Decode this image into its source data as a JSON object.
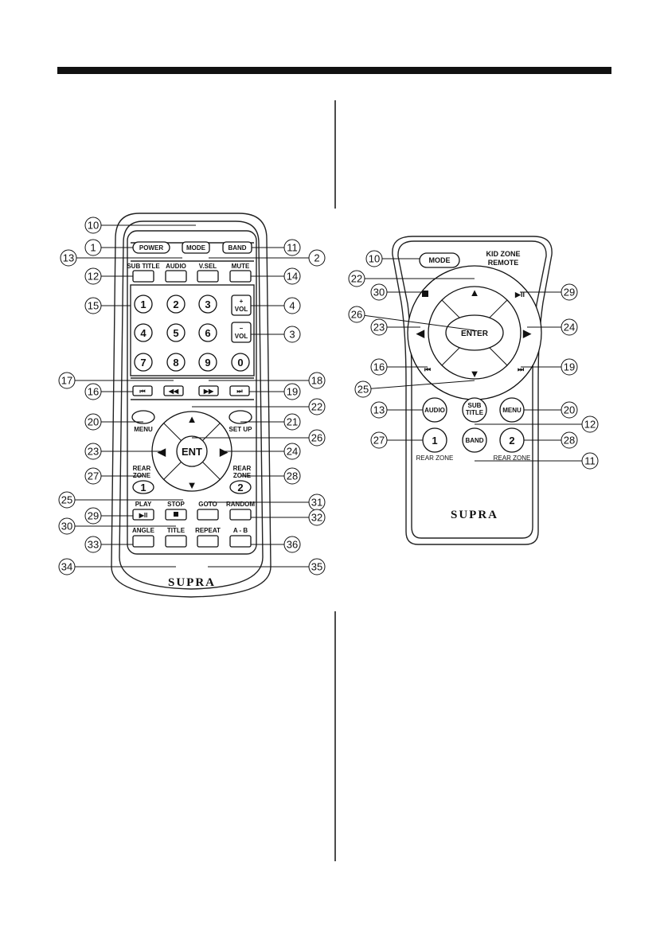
{
  "remote_main": {
    "brand": "SUPRA",
    "buttons": {
      "power": "POWER",
      "mode": "MODE",
      "band": "BAND",
      "subtitle": "SUB TITLE",
      "audio": "AUDIO",
      "vsel": "V.SEL",
      "mute": "MUTE",
      "vol_plus_sign": "+",
      "vol_minus_sign": "–",
      "vol": "VOL",
      "digits": [
        "1",
        "2",
        "3",
        "4",
        "5",
        "6",
        "7",
        "8",
        "9",
        "0"
      ],
      "menu": "MENU",
      "setup": "SET UP",
      "ent": "ENT",
      "rear_zone": "REAR ZONE",
      "rear1": "1",
      "rear2": "2",
      "play": "PLAY",
      "stop": "STOP",
      "goto": "GOTO",
      "random": "RANDOM",
      "angle": "ANGLE",
      "title": "TITLE",
      "repeat": "REPEAT",
      "ab": "A - B"
    },
    "callouts": [
      "10",
      "1",
      "11",
      "13",
      "2",
      "12",
      "14",
      "15",
      "4",
      "3",
      "17",
      "18",
      "16",
      "19",
      "22",
      "20",
      "21",
      "26",
      "23",
      "24",
      "27",
      "28",
      "25",
      "31",
      "29",
      "30",
      "32",
      "33",
      "36",
      "34",
      "35"
    ]
  },
  "remote_kid": {
    "title": "KID ZONE REMOTE",
    "brand": "SUPRA",
    "buttons": {
      "mode": "MODE",
      "enter": "ENTER",
      "audio": "AUDIO",
      "sub": "SUB",
      "title": "TITLE",
      "menu": "MENU",
      "band": "BAND",
      "zone1": "1",
      "zone2": "2",
      "rear_zone": "REAR ZONE"
    },
    "callouts": [
      "10",
      "22",
      "30",
      "29",
      "26",
      "23",
      "24",
      "16",
      "19",
      "25",
      "13",
      "20",
      "12",
      "27",
      "28",
      "11"
    ]
  }
}
